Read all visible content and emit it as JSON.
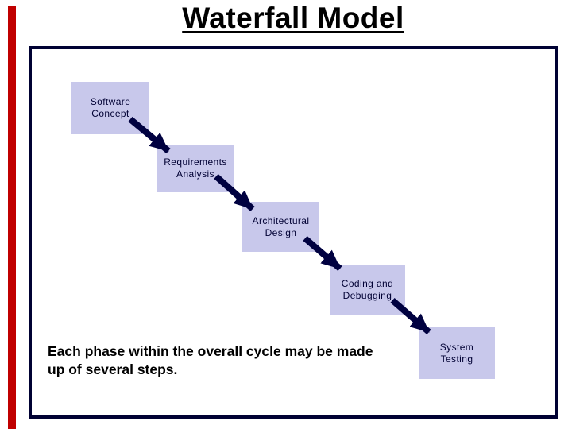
{
  "title": "Waterfall Model",
  "caption": {
    "lines": [
      "Each phase within the overall cycle may be made",
      "up of several steps."
    ]
  },
  "diagram": {
    "phases": [
      {
        "lines": [
          "Software",
          "Concept"
        ]
      },
      {
        "lines": [
          "Requirements",
          "Analysis"
        ]
      },
      {
        "lines": [
          "Architectural",
          "Design"
        ]
      },
      {
        "lines": [
          "Coding and",
          "Debugging"
        ]
      },
      {
        "lines": [
          "System",
          "Testing"
        ]
      }
    ]
  },
  "colors": {
    "background": "#FFFFFF",
    "accent_bar": "#C00000",
    "frame_border": "#000133",
    "phase_box_fill": "#C8C8EB",
    "phase_box_text": "#000033",
    "arrow": "#000140",
    "title_text": "#000000",
    "caption_text": "#000000"
  }
}
